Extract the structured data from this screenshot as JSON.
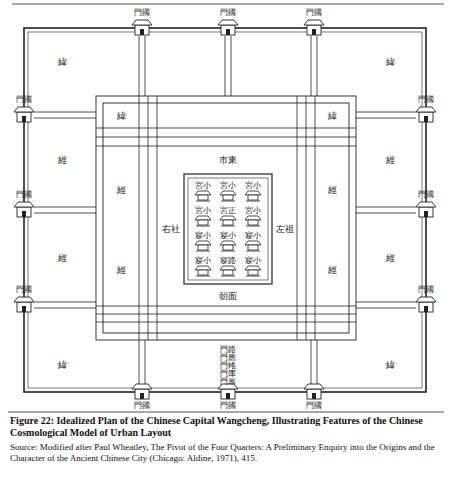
{
  "diagram": {
    "caption": "Figure 22: Idealized Plan of the Chinese Capital Wangcheng, Illustrating Features of the Chinese Cosmological Model of Urban Layout",
    "nodes": [
      {
        "text": [
          "宮小"
        ]
      },
      {
        "text": [
          "宮小"
        ]
      },
      {
        "text": [
          "宮小"
        ]
      },
      {
        "text": [
          "宮小"
        ]
      },
      {
        "text": [
          "宮正"
        ]
      },
      {
        "text": [
          "宮小"
        ]
      },
      {
        "text": [
          "寢小"
        ]
      },
      {
        "text": [
          "寢小"
        ]
      },
      {
        "text": [
          "寢小"
        ]
      },
      {
        "text": [
          "寢小"
        ]
      },
      {
        "text": [
          "寢路"
        ]
      },
      {
        "text": [
          "寢小"
        ]
      }
    ],
    "labels": [
      "門國",
      "門國",
      "門國",
      "門國",
      "門國",
      "門國",
      "門國",
      "門國",
      "門國",
      "門國",
      "門國",
      "門國",
      "緯",
      "緯",
      "緯",
      "緯",
      "經",
      "經",
      "經",
      "經",
      "經",
      "經",
      "經",
      "經",
      "緯",
      "緯",
      "市東",
      "右社",
      "左祖",
      "朝面",
      "門路",
      "門應",
      "門雉",
      "門庫",
      "門皋",
      "Source: Modified after Paul Wheatley, The Pivot of the Four Quarters: A Preliminary Enquiry into the Origins and the Character of the Ancient Chinese City (Chicago: Aldine, 1971), 415."
    ]
  }
}
